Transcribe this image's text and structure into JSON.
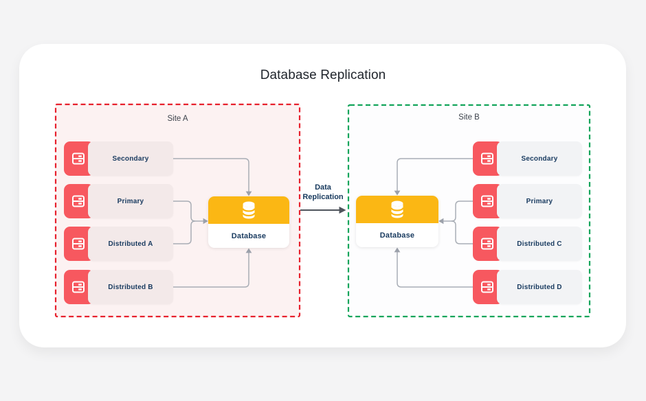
{
  "title": "Database Replication",
  "replication": {
    "line1": "Data",
    "line2": "Replication"
  },
  "sites": [
    {
      "label": "Site A",
      "border_color": "#e7212d",
      "background": "#fcf2f2",
      "servers": [
        {
          "label": "Secondary"
        },
        {
          "label": "Primary"
        },
        {
          "label": "Distributed A"
        },
        {
          "label": "Distributed B"
        }
      ],
      "database": {
        "label": "Database"
      }
    },
    {
      "label": "Site B",
      "border_color": "#12a45a",
      "background": "#fdfdfe",
      "servers": [
        {
          "label": "Secondary"
        },
        {
          "label": "Primary"
        },
        {
          "label": "Distributed C"
        },
        {
          "label": "Distributed D"
        }
      ],
      "database": {
        "label": "Database"
      }
    }
  ],
  "colors": {
    "server_icon_red": "#f7585f",
    "database_amber": "#fbb714",
    "node_text_navy": "#183a5f",
    "connector_gray": "#a8adb5",
    "replication_arrow_dark": "#4f545c"
  }
}
